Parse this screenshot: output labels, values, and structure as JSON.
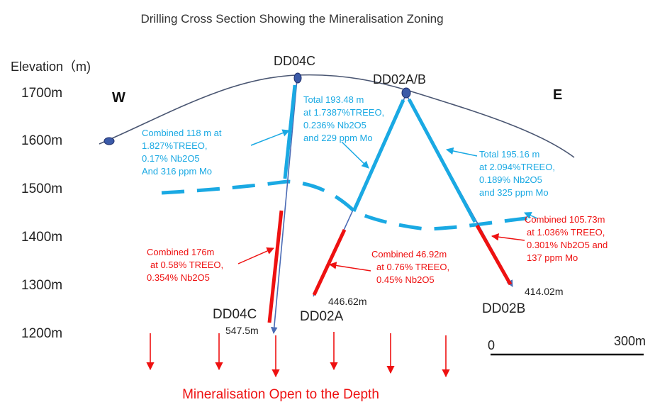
{
  "title": "Drilling Cross Section Showing the Mineralisation Zoning",
  "axis": {
    "label": "Elevation（m)",
    "ticks": [
      "1700m",
      "1600m",
      "1500m",
      "1400m",
      "1300m",
      "1200m"
    ]
  },
  "directions": {
    "west": "W",
    "east": "E"
  },
  "holes": {
    "dd04c_top": "DD04C",
    "dd02ab_top": "DD02A/B",
    "dd04c_bottom": "DD04C",
    "dd04c_depth": "547.5m",
    "dd02a_bottom": "DD02A",
    "dd02a_depth": "446.62m",
    "dd02b_bottom": "DD02B",
    "dd02b_depth": "414.02m"
  },
  "annotations": {
    "blue_dd04c": [
      "Combined 118 m at",
      "1.827%TREEO,",
      "0.17% Nb2O5",
      "And 316 ppm Mo"
    ],
    "blue_dd02a": [
      "Total 193.48 m",
      " at 1.7387%TREEO,",
      "0.236% Nb2O5",
      "and 229 ppm Mo"
    ],
    "blue_dd02b": [
      "Total 195.16 m",
      "  at 2.094%TREEO,",
      "0.189% Nb2O5",
      "and 325 ppm Mo"
    ],
    "red_dd04c": [
      "Combined  176m",
      "at 0.58% TREEO,",
      "0.354% Nb2O5"
    ],
    "red_dd02a": [
      "Combined  46.92m",
      "at 0.76% TREEO,",
      "0.45% Nb2O5"
    ],
    "red_dd02b": [
      "Combined  105.73m",
      "at 1.036% TREEO,",
      "0.301% Nb2O5 and",
      "137 ppm Mo"
    ]
  },
  "scale_bar": {
    "start": "0",
    "end": "300m"
  },
  "footer": "Mineralisation Open to the Depth",
  "colors": {
    "surface": "#4a5672",
    "hole": "#4a6bb5",
    "blue_zone": "#1aa9e3",
    "red_zone": "#ee1111",
    "collar": "#3b5aa8"
  }
}
